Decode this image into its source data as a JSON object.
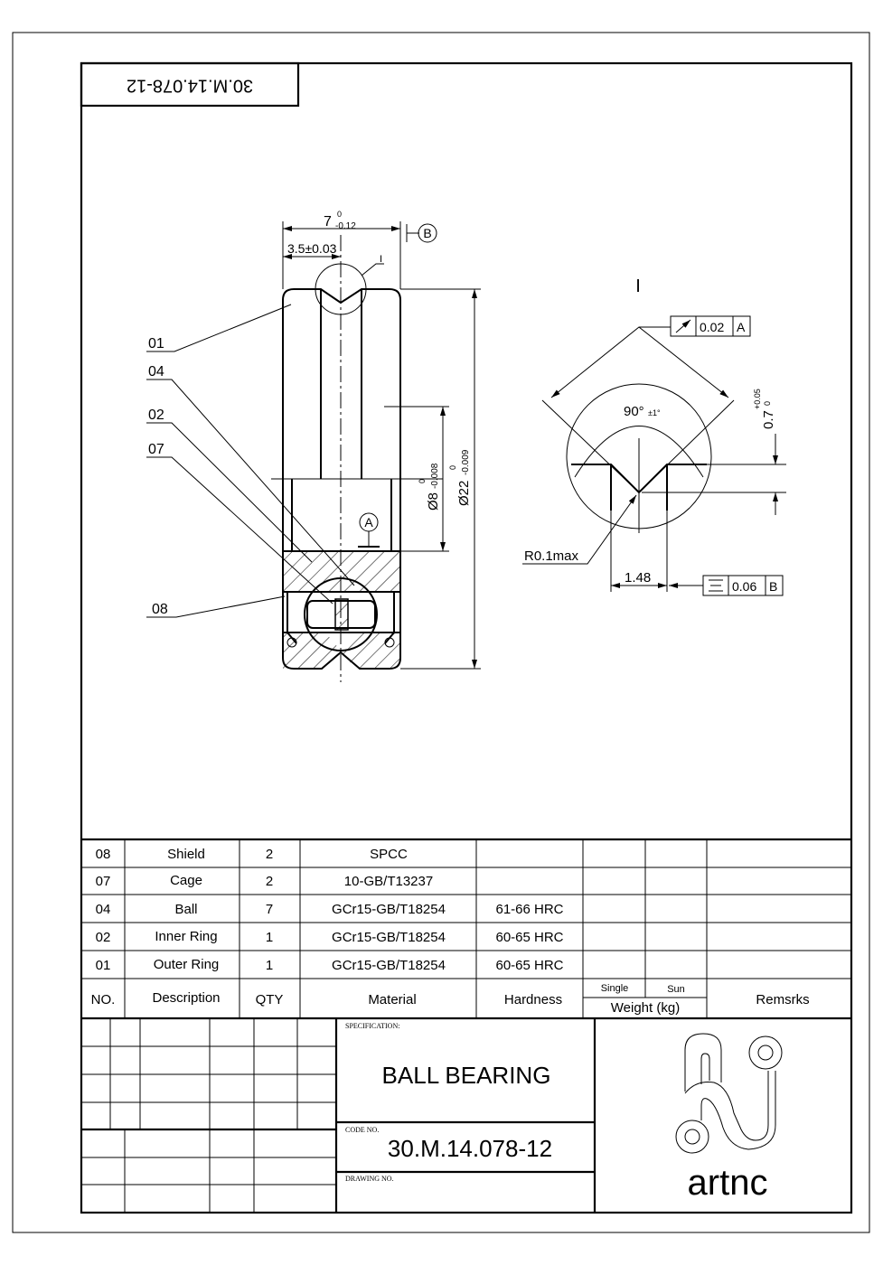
{
  "drawing": {
    "title_block_rotated": "30.M.14.078-12",
    "detail_label": "I",
    "detail_marker": "I",
    "datum_a": "A",
    "datum_b": "B",
    "callouts": [
      "01",
      "04",
      "02",
      "07",
      "08"
    ],
    "dims": {
      "width_nominal": "7",
      "width_upper": "0",
      "width_lower": "-0.12",
      "half_width": "3.5±0.03",
      "bore_nominal": "Ø8",
      "bore_upper": "0",
      "bore_lower": "-0.008",
      "od_nominal": "Ø22",
      "od_upper": "0",
      "od_lower": "-0.009",
      "angle": "90°",
      "angle_tol": "±1°",
      "depth_nominal": "0.7",
      "depth_upper": "+0.05",
      "depth_lower": "0",
      "radius": "R0.1max",
      "groove_width": "1.48"
    },
    "fcf_runout": {
      "value": "0.02",
      "datum": "A"
    },
    "fcf_symmetry": {
      "value": "0.06",
      "datum": "B"
    }
  },
  "parts_table": {
    "rows": [
      {
        "no": "08",
        "description": "Shield",
        "qty": "2",
        "material": "SPCC",
        "hardness": ""
      },
      {
        "no": "07",
        "description": "Cage",
        "qty": "2",
        "material": "10-GB/T13237",
        "hardness": ""
      },
      {
        "no": "04",
        "description": "Ball",
        "qty": "7",
        "material": "GCr15-GB/T18254",
        "hardness": "61-66  HRC"
      },
      {
        "no": "02",
        "description": "Inner Ring",
        "qty": "1",
        "material": "GCr15-GB/T18254",
        "hardness": "60-65  HRC"
      },
      {
        "no": "01",
        "description": "Outer Ring",
        "qty": "1",
        "material": "GCr15-GB/T18254",
        "hardness": "60-65  HRC"
      }
    ],
    "header": {
      "no": "NO.",
      "description": "Description",
      "qty": "QTY",
      "material": "Material",
      "hardness": "Hardness",
      "single": "Single",
      "sun": "Sun",
      "weight": "Weight (kg)",
      "remarks": "Remsrks"
    }
  },
  "title_block": {
    "spec_label": "SPECIFICATION:",
    "spec_value": "BALL BEARING",
    "code_label": "CODE NO.",
    "code_value": "30.M.14.078-12",
    "drawing_label": "DRAWING NO.",
    "logo_text": "artnc"
  }
}
